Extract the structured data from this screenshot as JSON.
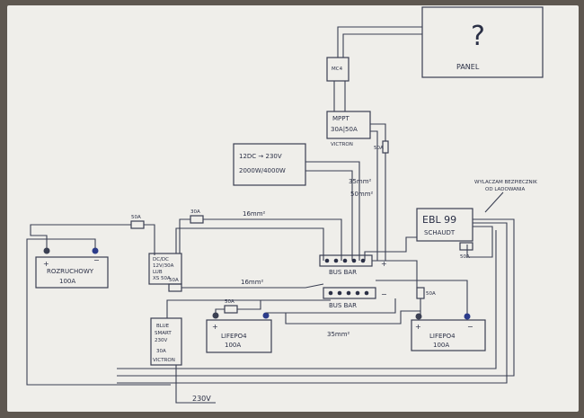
{
  "panel": {
    "label": "PANEL",
    "mark": "?"
  },
  "mc4": {
    "label": "MC4"
  },
  "mppt": {
    "line1": "MPPT",
    "line2": "30A|50A",
    "brand": "VICTRON"
  },
  "inverter": {
    "line1": "12DC → 230V",
    "line2": "2000W/4000W"
  },
  "cable_35_top": {
    "line1": "35mm²",
    "line2": "50mm²"
  },
  "ebl": {
    "line1": "EBL 99",
    "line2": "SCHAUDT"
  },
  "ebl_note": {
    "line1": "WYLACZAM BEZPIECZNIK",
    "line2": "OD LADOWANIA"
  },
  "rozruch": {
    "plus": "+",
    "minus": "−",
    "line1": "ROZRUCHOWY",
    "line2": "100A"
  },
  "dcdc": {
    "line1": "DC/DC",
    "line2": "12V/30A",
    "line3": "LUB",
    "line4": "XS 50A"
  },
  "busbar_top": {
    "label": "BUS BAR",
    "plus": "+"
  },
  "busbar_bottom": {
    "label": "BUS BAR",
    "minus": "−"
  },
  "bluesmart": {
    "line1": "BLUE",
    "line2": "SMART",
    "line3": "230V",
    "line4": "30A",
    "line5": "VICTRON"
  },
  "lifepo_left": {
    "plus": "+",
    "line1": "LIFEPO4",
    "line2": "100A"
  },
  "lifepo_right": {
    "plus": "+",
    "minus": "−",
    "line1": "LIFEPO4",
    "line2": "100A"
  },
  "fuses": {
    "f1": "50A",
    "f2": "30A",
    "f3": "50A",
    "f4": "50A",
    "f5": "50A",
    "f6": "50A",
    "f7": "50A"
  },
  "cables": {
    "c1": "16mm²",
    "c2": "16mm²",
    "c3": "35mm²"
  },
  "mains": {
    "label": "230V"
  }
}
